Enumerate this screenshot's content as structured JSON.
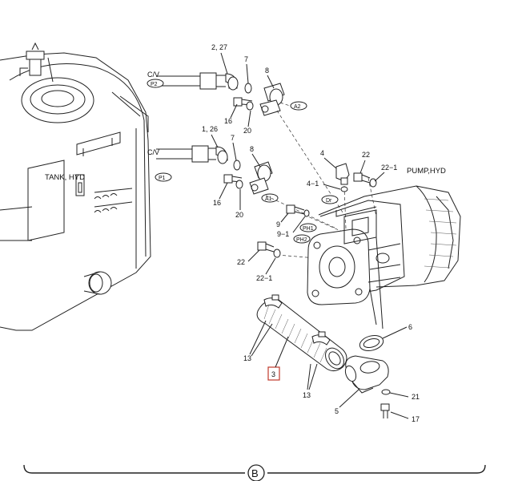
{
  "labels": {
    "tank": "TANK, HYD",
    "pump": "PUMP,HYD",
    "cv_top": "C/V",
    "cv_bottom": "C/V",
    "section_marker": "B"
  },
  "ovals": {
    "p2": "P2",
    "p1": "P1",
    "a2": "A2",
    "a1": "A1",
    "dr": "Dr",
    "ph1": "PH1",
    "ph2": "PH2"
  },
  "callouts": {
    "c2_27": "2, 27",
    "c7a": "7",
    "c8a": "8",
    "c16a": "16",
    "c20a": "20",
    "c1_26": "1, 26",
    "c7b": "7",
    "c8b": "8",
    "c16b": "16",
    "c20b": "20",
    "c4": "4",
    "c22a": "22",
    "c22_1a": "22−1",
    "c4_1": "4−1",
    "c9": "9",
    "c9_1": "9−1",
    "c22b": "22",
    "c22_1b": "22−1",
    "c6": "6",
    "c13a": "13",
    "c3": "3",
    "c13b": "13",
    "c21": "21",
    "c5": "5",
    "c17": "17"
  }
}
